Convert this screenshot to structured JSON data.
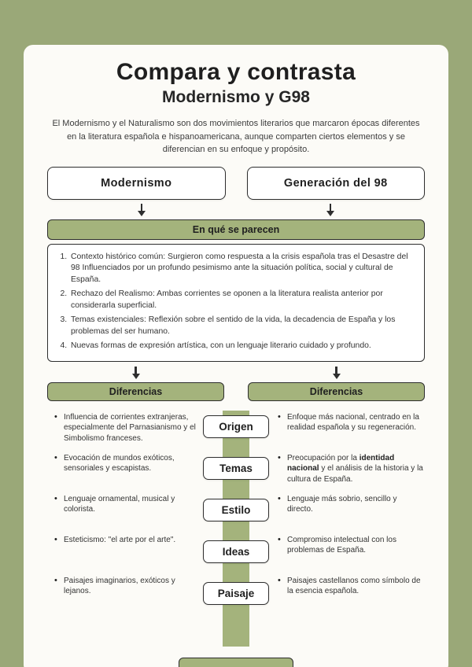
{
  "header": {
    "title": "Compara y contrasta",
    "subtitle": "Modernismo y G98",
    "intro": "El Modernismo y el Naturalismo son dos movimientos literarios que marcaron épocas diferentes en la literatura española e hispanoamericana, aunque comparten ciertos elementos y se diferencian en su enfoque y propósito."
  },
  "movements": {
    "left": "Modernismo",
    "right": "Generación del 98"
  },
  "similarities": {
    "header": "En qué se parecen",
    "items": [
      "Contexto histórico común: Surgieron como respuesta a la crisis española tras el Desastre del 98 Influenciados por un profundo pesimismo ante la situación política, social y cultural de España.",
      "Rechazo del Realismo: Ambas corrientes se oponen a la literatura realista anterior por considerarla superficial.",
      "Temas existenciales: Reflexión sobre el sentido de la vida, la decadencia de España y los problemas del ser humano.",
      "Nuevas formas de expresión artística, con un lenguaje literario cuidado y profundo."
    ]
  },
  "differences": {
    "header_left": "Diferencias",
    "header_right": "Diferencias",
    "categories": [
      "Origen",
      "Temas",
      "Estilo",
      "Ideas",
      "Paisaje"
    ],
    "left_items": [
      "Influencia de corrientes extranjeras, especialmente del Parnasianismo y el Simbolismo franceses.",
      "Evocación de mundos exóticos, sensoriales y escapistas.",
      "Lenguaje ornamental, musical y colorista.",
      "Esteticismo: \"el arte por el arte\".",
      "Paisajes imaginarios, exóticos y lejanos."
    ],
    "right_items": [
      "Enfoque más nacional, centrado en la realidad española y su regeneración.",
      {
        "prefix": "Preocupación por la ",
        "bold": "identidad nacional",
        "suffix": " y el análisis de la historia y la cultura de España."
      },
      "Lenguaje más sobrio, sencillo y directo.",
      "Compromiso intelectual con los problemas de España.",
      "Paisajes castellanos como símbolo de la esencia española."
    ]
  },
  "colors": {
    "background": "#9AA878",
    "panel_green": "#A4B37C",
    "border_dark": "#2E2E2E",
    "card": "#FCFBF7"
  }
}
